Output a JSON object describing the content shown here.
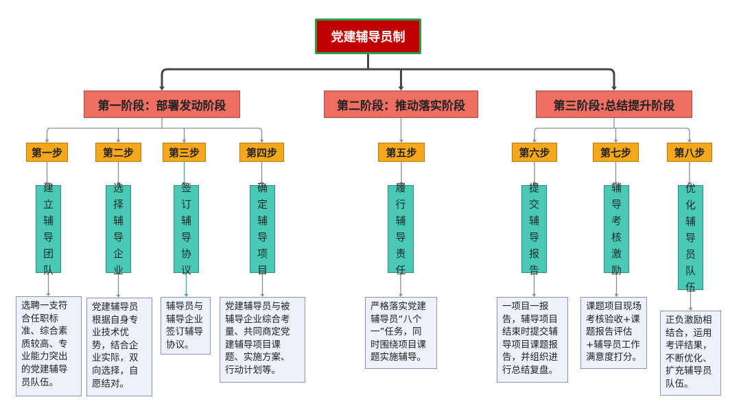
{
  "root": {
    "label": "党建辅导员制"
  },
  "stages": [
    {
      "label": "第一阶段：部署发动阶段"
    },
    {
      "label": "第二阶段：推动落实阶段"
    },
    {
      "label": "第三阶段:总结提升阶段"
    }
  ],
  "steps": [
    {
      "label": "第一步",
      "action": "建立辅导团队",
      "desc": "选聘一支符\n合任职标\n准、综合素\n质较高、专\n业能力突出\n的党建辅导\n员队伍。"
    },
    {
      "label": "第二步",
      "action": "选择辅导企业",
      "desc": "党建辅导员\n根据自身专\n业技术优\n势，结合企\n业实际，双\n向选择，自\n愿结对。"
    },
    {
      "label": "第三步",
      "action": "签订辅导协议",
      "desc": "辅导员与\n辅导企业\n签订辅导\n协议。"
    },
    {
      "label": "第四步",
      "action": "确定辅导项目",
      "desc": "党建辅导员与被\n辅导企业综合考\n量、共同商定党\n建辅导项目课\n题、实施方案、\n行动计划等。"
    },
    {
      "label": "第五步",
      "action": "履行辅导责任",
      "desc": "严格落实党建\n辅导员“八个\n一”任务，同\n时围绕项目课\n题实施辅导。"
    },
    {
      "label": "第六步",
      "action": "提交辅导报告",
      "desc": "一项目一报\n告，辅导项目\n结束时提交辅\n导项目课题报\n告，并组织进\n行总结复盘。"
    },
    {
      "label": "第七步",
      "action": "辅导考核激励",
      "desc": "课题项目现场\n考核验收+课\n题报告评估\n+辅导员工作\n满意度打分。"
    },
    {
      "label": "第八步",
      "action": "优化辅导员队伍",
      "desc": "正负激励相\n结合，运用\n考评结果，\n不断优化、\n扩充辅导员\n队伍。"
    }
  ]
}
